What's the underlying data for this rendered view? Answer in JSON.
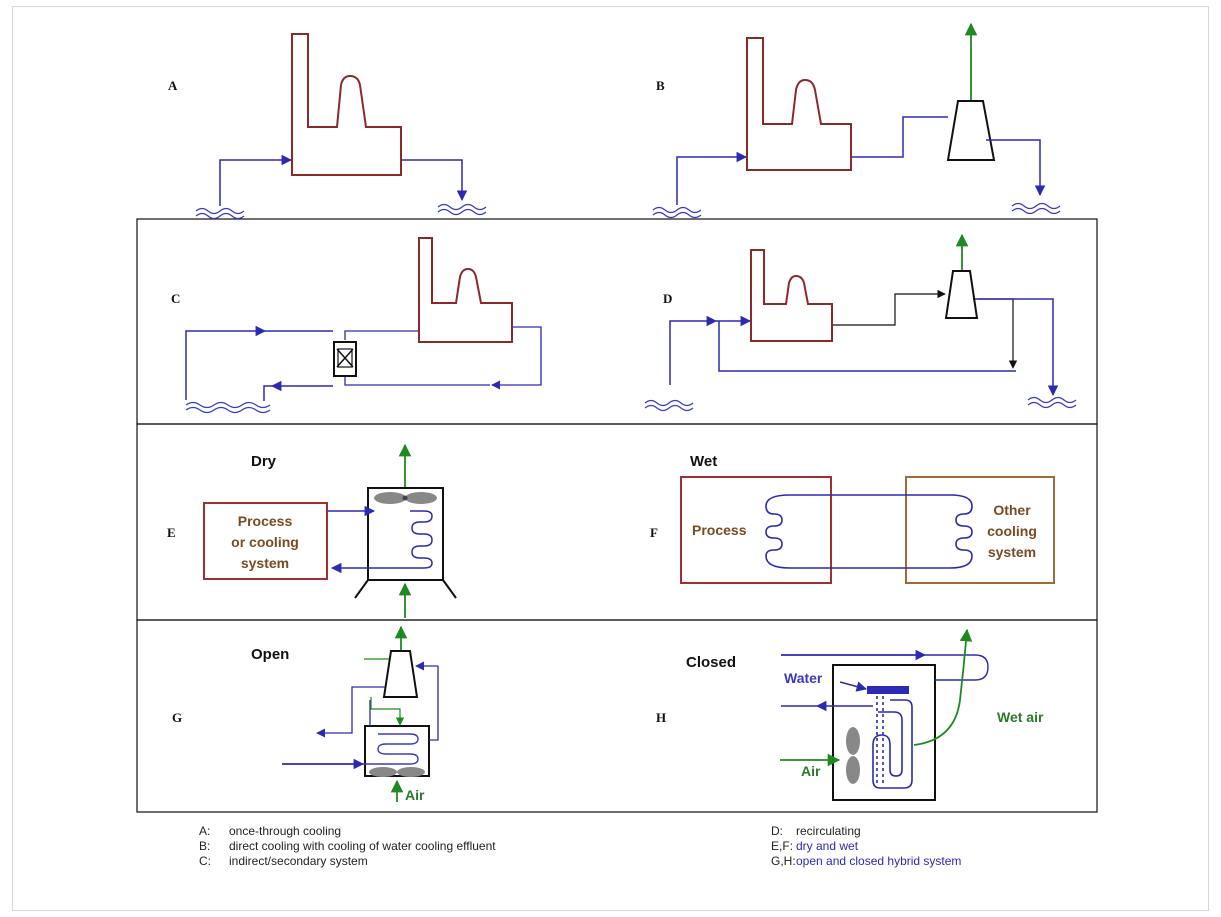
{
  "panels": {
    "A": {
      "letter": "A"
    },
    "B": {
      "letter": "B"
    },
    "C": {
      "letter": "C"
    },
    "D": {
      "letter": "D"
    },
    "E": {
      "letter": "E",
      "title": "Dry",
      "box_text": [
        "Process",
        "or cooling",
        "system"
      ]
    },
    "F": {
      "letter": "F",
      "title": "Wet",
      "left_text": "Process",
      "right_text": [
        "Other",
        "cooling",
        "system"
      ]
    },
    "G": {
      "letter": "G",
      "title": "Open",
      "air_label": "Air"
    },
    "H": {
      "letter": "H",
      "title": "Closed",
      "water_label": "Water",
      "air_label": "Air",
      "wet_air_label": "Wet air"
    }
  },
  "legend": {
    "left": [
      {
        "key": "A:",
        "text": "once-through cooling"
      },
      {
        "key": "B:",
        "text": "direct cooling with cooling of water cooling effluent"
      },
      {
        "key": "C:",
        "text": "indirect/secondary system"
      }
    ],
    "right": [
      {
        "key": "D:",
        "text": "recirculating",
        "parts": []
      },
      {
        "key": "E,F:",
        "text": "dry and wet",
        "parts": []
      },
      {
        "key": "G,H:",
        "text": "open and closed hybrid system",
        "parts": []
      }
    ]
  },
  "colors": {
    "factory": "#8a2a2a",
    "water_line": "#2a2ab5",
    "steam": "#1f8a1f",
    "process_box": "#a03030",
    "other_box": "#a06a3a",
    "text_brown": "#7a4a22"
  }
}
